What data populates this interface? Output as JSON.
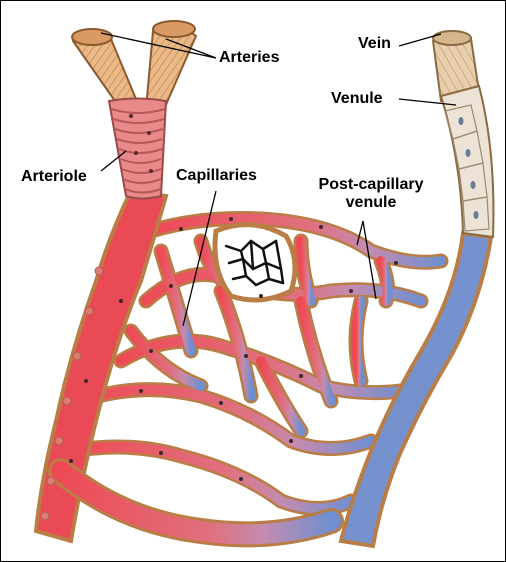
{
  "labels": {
    "arteries": "Arteries",
    "arteriole": "Arteriole",
    "capillaries": "Capillaries",
    "vein": "Vein",
    "venule": "Venule",
    "post_capillary_line1": "Post-capillary",
    "post_capillary_line2": "venule"
  },
  "colors": {
    "arterial": "#e8505a",
    "venous": "#7c98d0",
    "mixed": "#c58aa8",
    "wall": "#c9874e",
    "cell": "#d06a6a"
  }
}
